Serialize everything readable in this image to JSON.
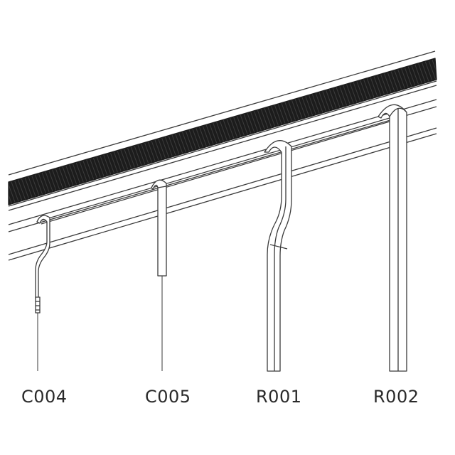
{
  "diagram": {
    "hooks": [
      {
        "id": "C004",
        "label": "C004"
      },
      {
        "id": "C005",
        "label": "C005"
      },
      {
        "id": "R001",
        "label": "R001"
      },
      {
        "id": "R002",
        "label": "R002"
      }
    ]
  },
  "colors": {
    "background": "#ffffff",
    "line": "#3a3a3a",
    "rail_insert": "#1c1c1c",
    "text": "#2a2a2a"
  }
}
